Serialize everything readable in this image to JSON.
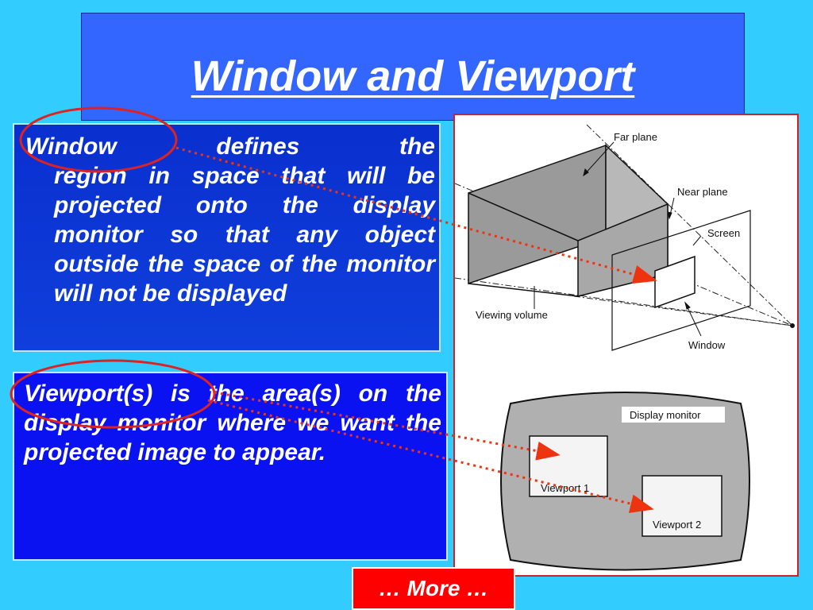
{
  "slide": {
    "title": "Window and Viewport",
    "window_paragraph": {
      "lead": "Window defines the",
      "rest": "region in space that will be projected onto the display monitor so that any object outside the space of the monitor will not be displayed"
    },
    "viewport_paragraph": "Viewport(s) is the area(s) on the display monitor where we want the projected image to appear.",
    "more_button": "… More …"
  },
  "figure": {
    "labels": {
      "far_plane": "Far plane",
      "near_plane": "Near plane",
      "screen": "Screen",
      "viewing_volume": "Viewing volume",
      "window": "Window",
      "display_monitor": "Display monitor",
      "viewport1": "Viewport 1",
      "viewport2": "Viewport 2"
    }
  },
  "colors": {
    "background": "#33ccff",
    "title_box": "#3366ff",
    "text_box": "#0a12f2",
    "highlight": "#dd2222",
    "arrow": "#ee3311"
  }
}
